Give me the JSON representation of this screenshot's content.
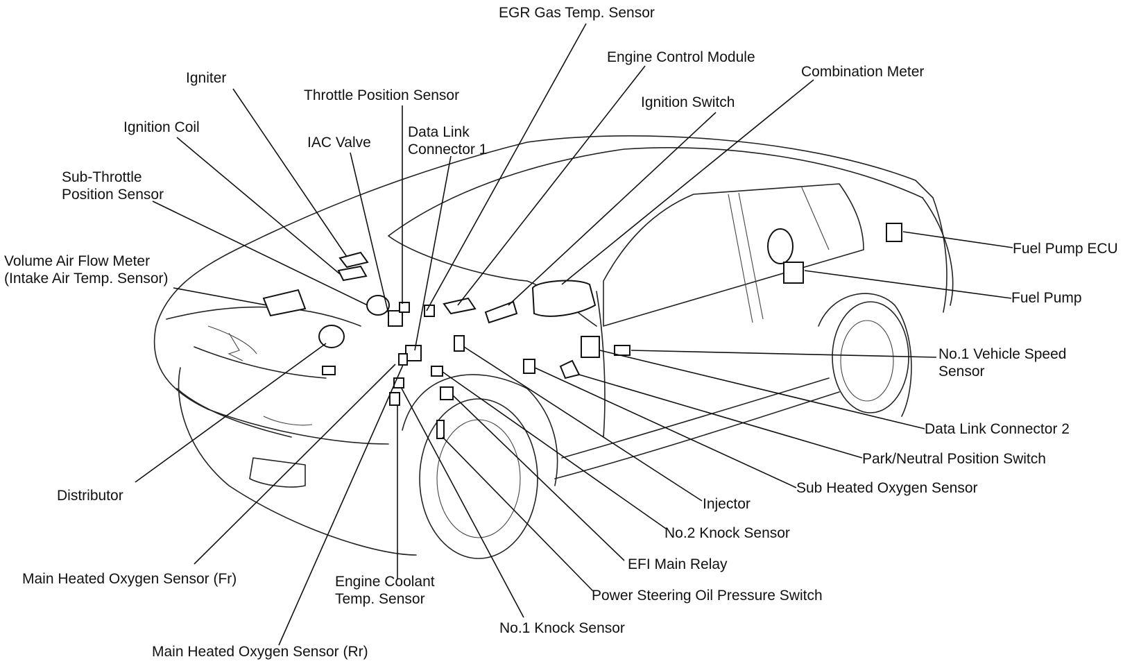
{
  "labels": {
    "egr_gas_temp_sensor": "EGR Gas Temp. Sensor",
    "engine_control_module": "Engine Control Module",
    "combination_meter": "Combination Meter",
    "igniter": "Igniter",
    "throttle_position_sensor": "Throttle Position Sensor",
    "ignition_switch": "Ignition Switch",
    "ignition_coil": "Ignition Coil",
    "iac_valve": "IAC Valve",
    "data_link_connector_1": [
      "Data Link",
      "Connector 1"
    ],
    "sub_throttle_position_sensor": [
      "Sub-Throttle",
      "Position Sensor"
    ],
    "volume_air_flow_meter": [
      "Volume Air Flow Meter",
      "(Intake Air Temp. Sensor)"
    ],
    "fuel_pump_ecu": "Fuel Pump ECU",
    "fuel_pump": "Fuel Pump",
    "no1_vehicle_speed_sensor": [
      "No.1 Vehicle Speed",
      "Sensor"
    ],
    "data_link_connector_2": "Data Link Connector 2",
    "park_neutral_position_switch": "Park/Neutral Position Switch",
    "sub_heated_oxygen_sensor": "Sub Heated Oxygen Sensor",
    "distributor": "Distributor",
    "injector": "Injector",
    "no2_knock_sensor": "No.2 Knock Sensor",
    "efi_main_relay": "EFI Main Relay",
    "main_heated_oxygen_sensor_fr": "Main Heated Oxygen Sensor (Fr)",
    "engine_coolant_temp_sensor": [
      "Engine Coolant",
      "Temp. Sensor"
    ],
    "power_steering_oil_pressure_switch": "Power Steering Oil Pressure Switch",
    "no1_knock_sensor": "No.1 Knock Sensor",
    "main_heated_oxygen_sensor_rr": "Main Heated Oxygen Sensor (Rr)"
  }
}
